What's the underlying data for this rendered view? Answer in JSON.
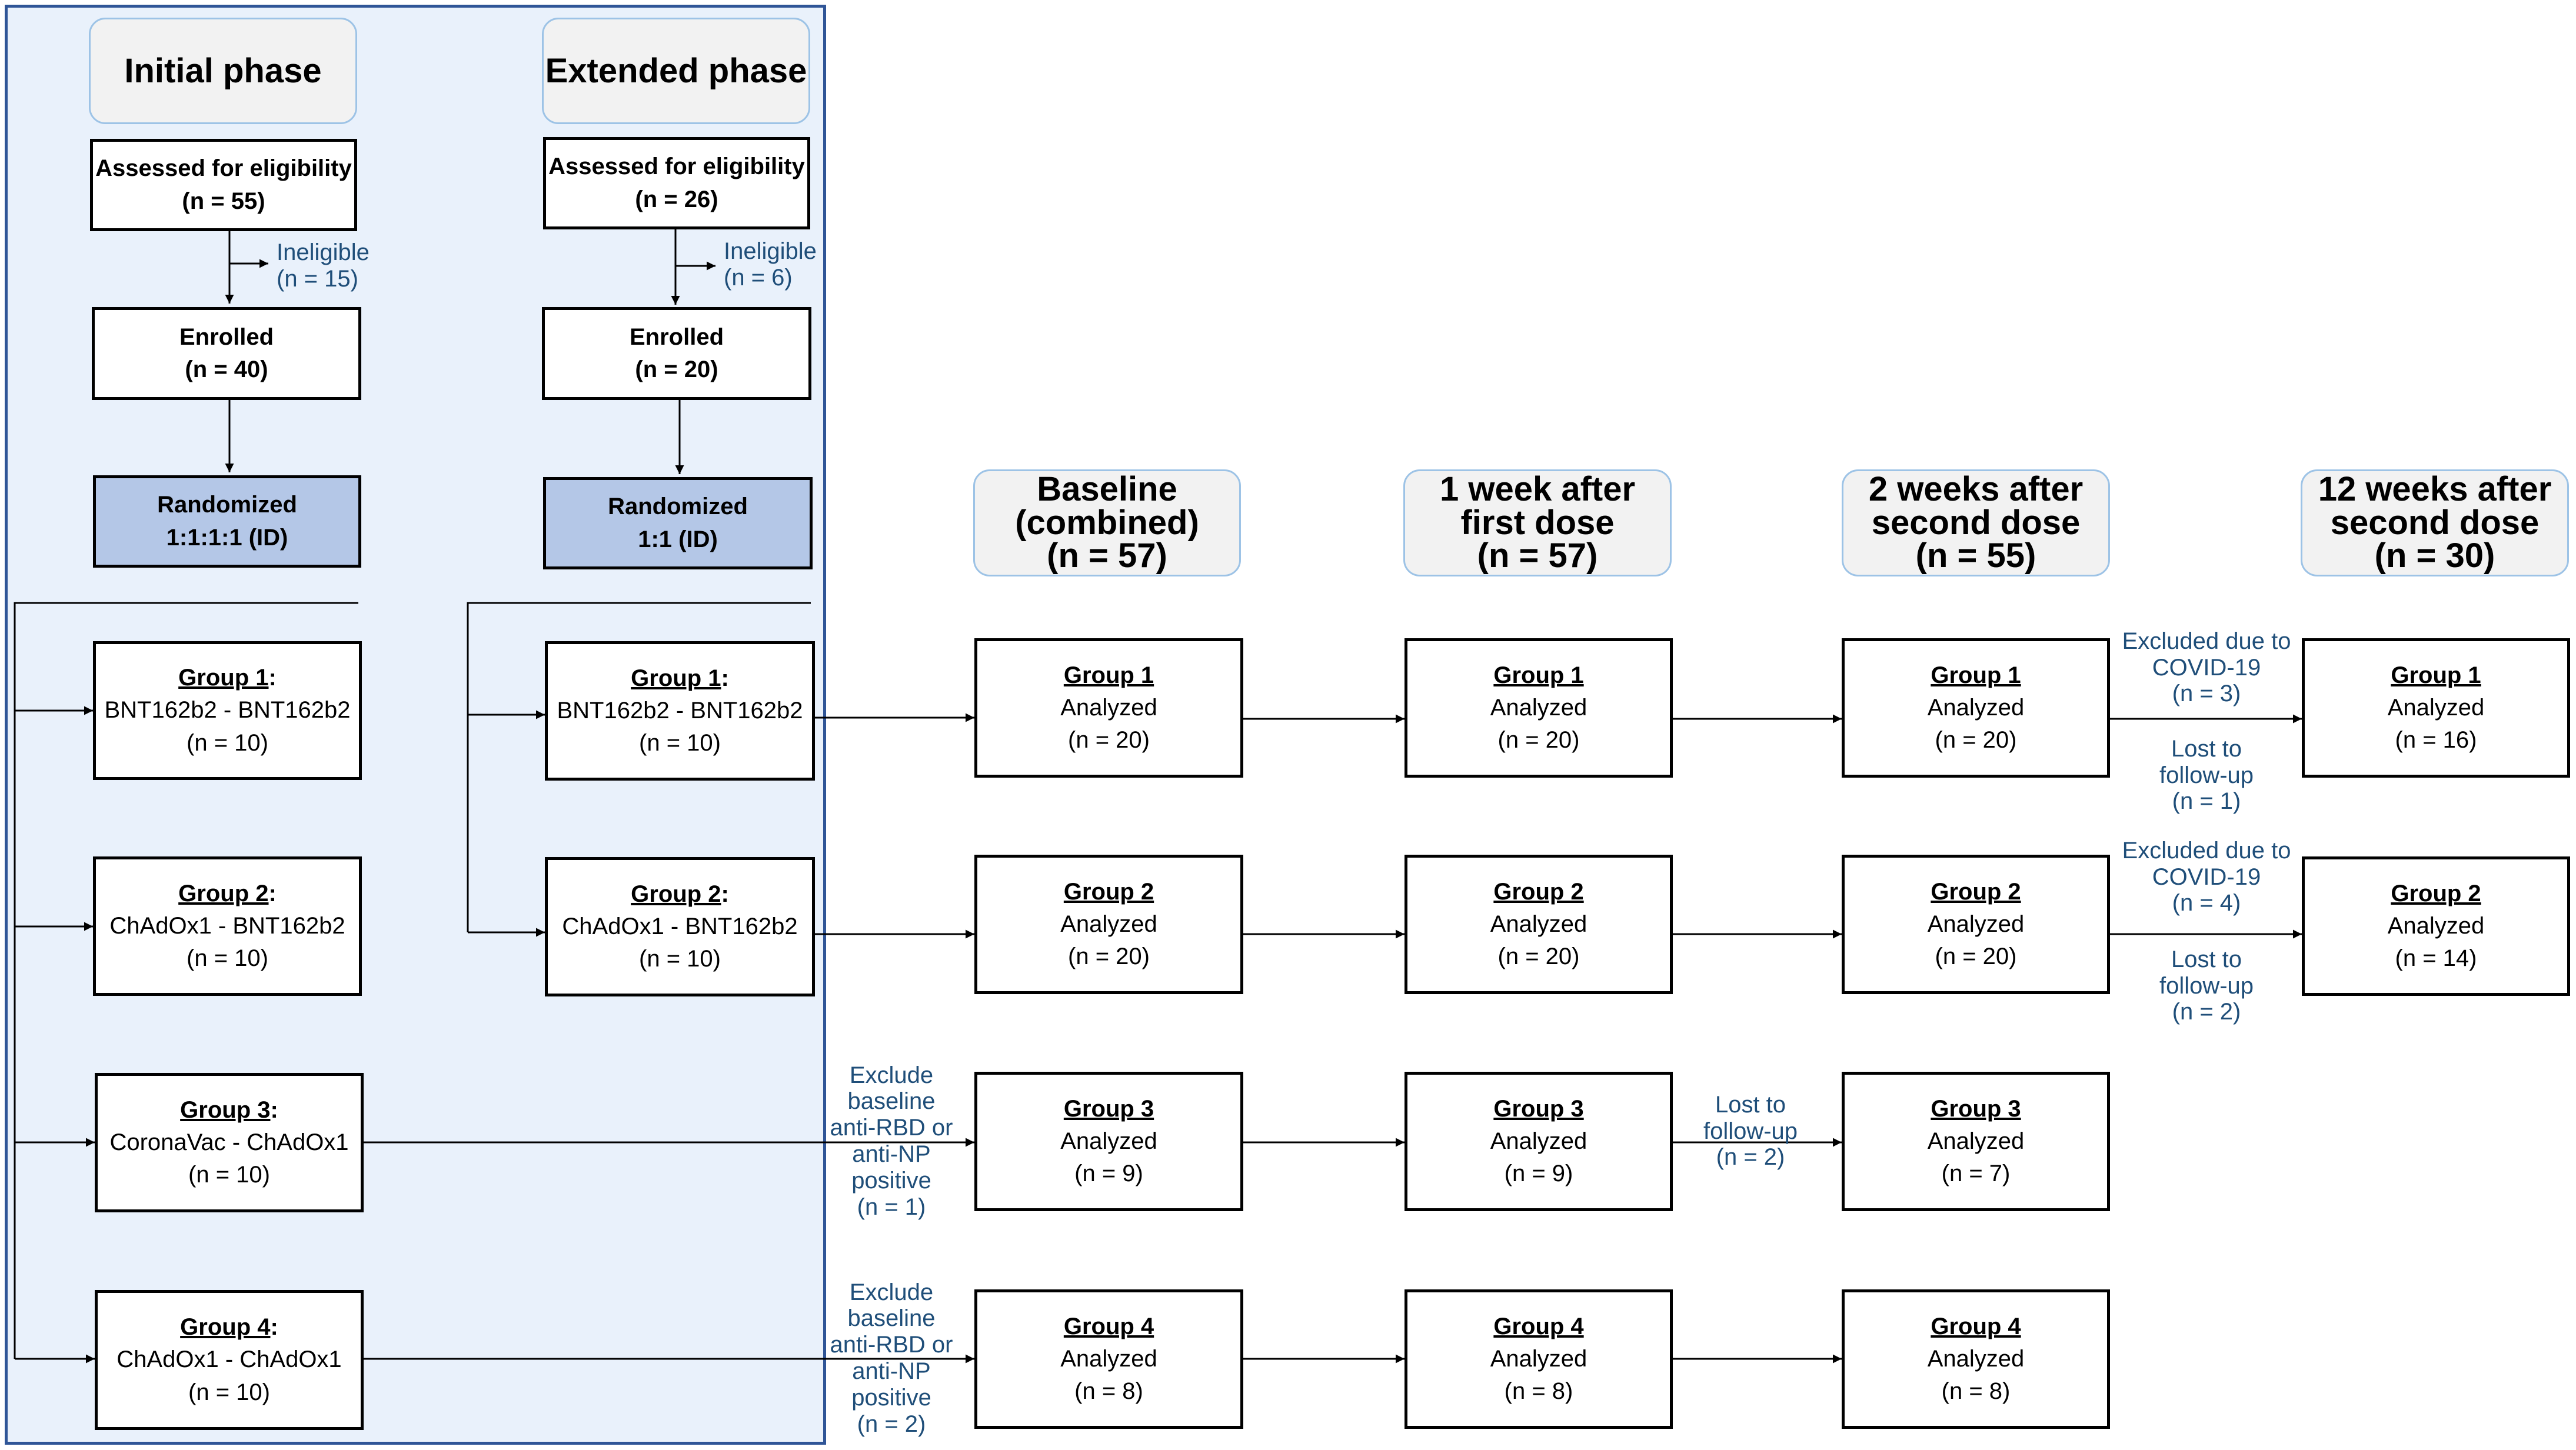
{
  "phases": {
    "initial": {
      "title": "Initial phase",
      "assessed": {
        "label": "Assessed for eligibility",
        "n": "(n = 55)"
      },
      "ineligible": {
        "label": "Ineligible",
        "n": "(n = 15)"
      },
      "enrolled": {
        "label": "Enrolled",
        "n": "(n = 40)"
      },
      "randomized": {
        "label": "Randomized",
        "ratio": "1:1:1:1 (ID)"
      },
      "groups": [
        {
          "title": "Group 1",
          "regimen": "BNT162b2 - BNT162b2",
          "n": "(n = 10)"
        },
        {
          "title": "Group 2",
          "regimen": "ChAdOx1 - BNT162b2",
          "n": "(n = 10)"
        },
        {
          "title": "Group 3",
          "regimen": "CoronaVac - ChAdOx1",
          "n": "(n = 10)"
        },
        {
          "title": "Group 4",
          "regimen": "ChAdOx1 - ChAdOx1",
          "n": "(n = 10)"
        }
      ]
    },
    "extended": {
      "title": "Extended phase",
      "assessed": {
        "label": "Assessed for eligibility",
        "n": "(n = 26)"
      },
      "ineligible": {
        "label": "Ineligible",
        "n": "(n = 6)"
      },
      "enrolled": {
        "label": "Enrolled",
        "n": "(n = 20)"
      },
      "randomized": {
        "label": "Randomized",
        "ratio": "1:1 (ID)"
      },
      "groups": [
        {
          "title": "Group 1",
          "regimen": "BNT162b2 - BNT162b2",
          "n": "(n = 10)"
        },
        {
          "title": "Group 2",
          "regimen": "ChAdOx1 - BNT162b2",
          "n": "(n = 10)"
        }
      ]
    }
  },
  "timepoints": [
    {
      "lines": [
        "Baseline",
        "(combined)",
        "(n = 57)"
      ],
      "groups": [
        {
          "title": "Group 1",
          "status": "Analyzed",
          "n": "(n = 20)"
        },
        {
          "title": "Group 2",
          "status": "Analyzed",
          "n": "(n = 20)"
        },
        {
          "title": "Group 3",
          "status": "Analyzed",
          "n": "(n = 9)"
        },
        {
          "title": "Group 4",
          "status": "Analyzed",
          "n": "(n = 8)"
        }
      ]
    },
    {
      "lines": [
        "1 week after",
        "first dose",
        "(n = 57)"
      ],
      "groups": [
        {
          "title": "Group 1",
          "status": "Analyzed",
          "n": "(n = 20)"
        },
        {
          "title": "Group 2",
          "status": "Analyzed",
          "n": "(n = 20)"
        },
        {
          "title": "Group 3",
          "status": "Analyzed",
          "n": "(n = 9)"
        },
        {
          "title": "Group 4",
          "status": "Analyzed",
          "n": "(n = 8)"
        }
      ]
    },
    {
      "lines": [
        "2 weeks after",
        "second dose",
        "(n = 55)"
      ],
      "groups": [
        {
          "title": "Group 1",
          "status": "Analyzed",
          "n": "(n = 20)"
        },
        {
          "title": "Group 2",
          "status": "Analyzed",
          "n": "(n = 20)"
        },
        {
          "title": "Group 3",
          "status": "Analyzed",
          "n": "(n = 7)"
        },
        {
          "title": "Group 4",
          "status": "Analyzed",
          "n": "(n = 8)"
        }
      ]
    },
    {
      "lines": [
        "12 weeks after",
        "second dose",
        "(n = 30)"
      ],
      "groups": [
        {
          "title": "Group 1",
          "status": "Analyzed",
          "n": "(n = 16)"
        },
        {
          "title": "Group 2",
          "status": "Analyzed",
          "n": "(n = 14)"
        }
      ]
    }
  ],
  "annotations": {
    "exclude_g3": [
      "Exclude",
      "baseline",
      "anti-RBD or",
      "anti-NP",
      "positive",
      "(n = 1)"
    ],
    "exclude_g4": [
      "Exclude",
      "baseline",
      "anti-RBD or",
      "anti-NP",
      "positive",
      "(n = 2)"
    ],
    "lost_g3": [
      "Lost to",
      "follow-up",
      "(n = 2)"
    ],
    "covid_g1": [
      "Excluded due to",
      "COVID-19",
      "(n = 3)"
    ],
    "lost_g1": [
      "Lost to",
      "follow-up",
      "(n = 1)"
    ],
    "covid_g2": [
      "Excluded due to",
      "COVID-19",
      "(n = 4)"
    ],
    "lost_g2": [
      "Lost to",
      "follow-up",
      "(n = 2)"
    ]
  },
  "colors": {
    "panel_fill": "#e9f1fb",
    "panel_border": "#2f5597",
    "randomized_fill": "#b4c7e7",
    "note_text": "#1f4e79"
  }
}
